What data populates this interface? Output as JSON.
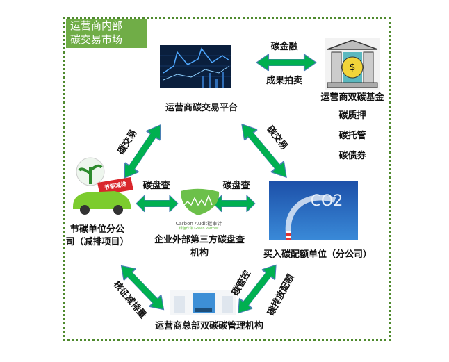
{
  "tag": {
    "line1": "运营商内部",
    "line2": "碳交易市场"
  },
  "nodes": {
    "platform": "运营商碳交易平台",
    "fund": "运营商双碳基金",
    "fund_items": [
      "碳质押",
      "碳托管",
      "碳债券"
    ],
    "saver_line1": "节碳单位分公",
    "saver_line2": "司（减排项目）",
    "auditor_line1": "企业外部第三方碳盘查",
    "auditor_line2": "机构",
    "buyer": "买入碳配额单位（分公司）",
    "hq": "运营商总部双碳碳管理机构"
  },
  "edges": {
    "finance": "碳金融",
    "auction": "成果拍卖",
    "trade_left": "碳交易",
    "trade_right": "碳交易",
    "audit_left": "碳盘查",
    "audit_right": "碳盘查",
    "verify": "核征减排量",
    "control": "碳管控",
    "quota": "碳排放配额"
  },
  "images": {
    "car_banner": "节能减排",
    "audit_logo": "Carbon Audit碳审计",
    "audit_sub": "绿色伙伴 Green Partner",
    "co2": "CO2",
    "coin": "$"
  },
  "colors": {
    "arrow": "#00b050",
    "frame": "#4f8a2e",
    "tag": "#70ad47"
  }
}
